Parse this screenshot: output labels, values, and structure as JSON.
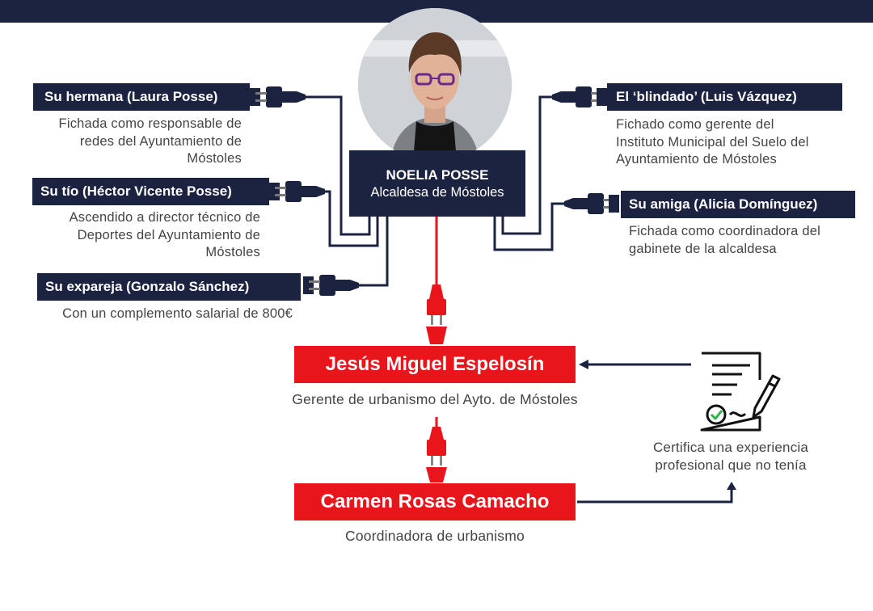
{
  "center": {
    "name": "NOELIA POSSE",
    "role": "Alcaldesa de Móstoles"
  },
  "left_nodes": [
    {
      "label": "Su hermana (Laura Posse)",
      "desc": "Fichada como responsable de\nredes del Ayuntamiento de\nMóstoles"
    },
    {
      "label": "Su tío (Héctor Vicente Posse)",
      "desc": "Ascendido a director técnico de\nDeportes del Ayuntamiento de\nMóstoles"
    },
    {
      "label": "Su expareja (Gonzalo Sánchez)",
      "desc": "Con un complemento salarial de 800€"
    }
  ],
  "right_nodes": [
    {
      "label": "El ‘blindado’ (Luis Vázquez)",
      "desc": "Fichado como gerente del\nInstituto Municipal del Suelo del\nAyuntamiento de Móstoles"
    },
    {
      "label": "Su amiga (Alicia Domínguez)",
      "desc": "Fichada como coordinadora del\ngabinete de la alcaldesa"
    }
  ],
  "chain": [
    {
      "name": "Jesús Miguel Espelosín",
      "role": "Gerente de urbanismo del Ayto. de Móstoles"
    },
    {
      "name": "Carmen Rosas Camacho",
      "role": "Coordinadora de urbanismo"
    }
  ],
  "certificate": {
    "icon": "certificate-signing-icon",
    "caption": "Certifica una experiencia\nprofesional que no tenía"
  },
  "colors": {
    "navy": "#1c2340",
    "red": "#e8151b",
    "text": "#444444"
  }
}
